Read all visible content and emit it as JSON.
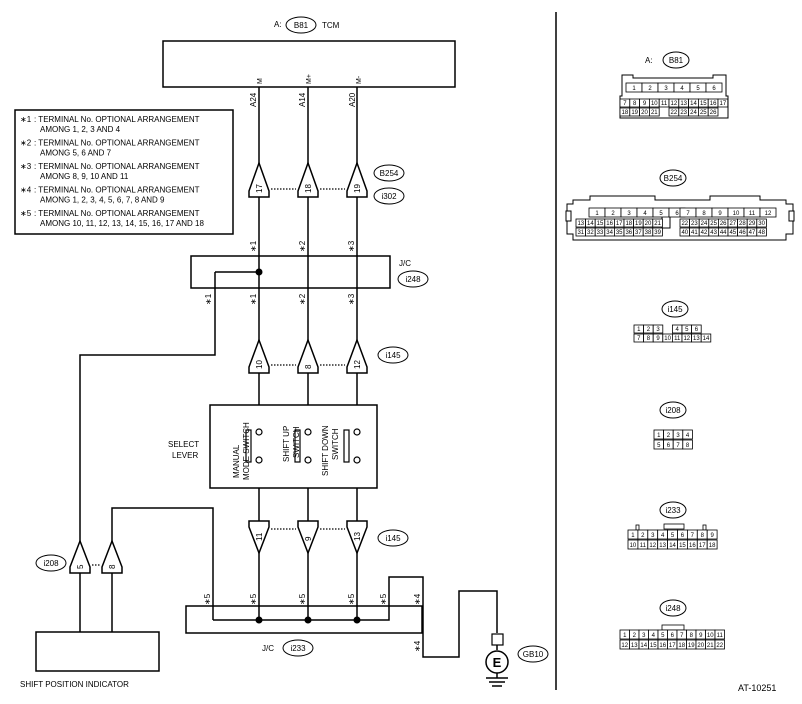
{
  "tcm": {
    "conn_prefix": "A:",
    "conn": "B81",
    "label": "TCM"
  },
  "tcm_pins": [
    {
      "pin": "A24",
      "name": "M"
    },
    {
      "pin": "A14",
      "name": "M+"
    },
    {
      "pin": "A20",
      "name": "M-"
    }
  ],
  "notes": [
    {
      "mark": "∗1",
      "line1": ": TERMINAL No. OPTIONAL ARRANGEMENT",
      "line2": "AMONG 1, 2, 3 AND 4"
    },
    {
      "mark": "∗2",
      "line1": ": TERMINAL No. OPTIONAL ARRANGEMENT",
      "line2": "AMONG 5, 6 AND 7"
    },
    {
      "mark": "∗3",
      "line1": ": TERMINAL No. OPTIONAL ARRANGEMENT",
      "line2": "AMONG 8, 9, 10 AND 11"
    },
    {
      "mark": "∗4",
      "line1": ": TERMINAL No. OPTIONAL ARRANGEMENT",
      "line2": "AMONG 1, 2, 3, 4, 5, 6, 7, 8 AND 9"
    },
    {
      "mark": "∗5",
      "line1": ": TERMINAL No. OPTIONAL ARRANGEMENT",
      "line2": "AMONG 10, 11, 12, 13, 14, 15, 16, 17 AND 18"
    }
  ],
  "conn_b254": {
    "name": "B254",
    "sub": "i302",
    "pins": [
      "17",
      "18",
      "19"
    ]
  },
  "jc_top": {
    "label": "J/C",
    "conn": "i248",
    "star_in": [
      "∗1",
      "∗2",
      "∗3"
    ],
    "star_out": [
      "∗1",
      "∗1",
      "∗2",
      "∗3"
    ]
  },
  "conn_i145_top": {
    "name": "i145",
    "pins": [
      "10",
      "8",
      "12"
    ]
  },
  "select_lever": {
    "line1": "SELECT",
    "line2": "LEVER",
    "sw1": [
      "MANUAL",
      "MODE SWITCH"
    ],
    "sw2": [
      "SHIFT UP",
      "SWITCH"
    ],
    "sw3": [
      "SHIFT DOWN",
      "SWITCH"
    ]
  },
  "conn_i145_bot": {
    "name": "i145",
    "pins": [
      "11",
      "9",
      "13"
    ]
  },
  "conn_i208": {
    "name": "i208",
    "pins": [
      "5",
      "8"
    ]
  },
  "jc_bot": {
    "label": "J/C",
    "conn": "i233",
    "stars": [
      "∗5",
      "∗5",
      "∗5",
      "∗5",
      "∗5",
      "∗4",
      "∗4"
    ]
  },
  "ground": {
    "symbol": "E",
    "conn": "GB10"
  },
  "indicator": {
    "label": "SHIFT POSITION INDICATOR"
  },
  "figure_id": "AT-10251",
  "right_panel": {
    "b81": {
      "prefix": "A:",
      "name": "B81",
      "row1": [
        "1",
        "2",
        "3",
        "4",
        "5",
        "6"
      ],
      "row2": [
        "7",
        "8",
        "9",
        "10",
        "11",
        "12",
        "13",
        "14",
        "15",
        "16",
        "17"
      ],
      "row3": [
        "18",
        "19",
        "20",
        "21",
        "",
        "22",
        "23",
        "24",
        "25",
        "26"
      ]
    },
    "b254": {
      "name": "B254",
      "l1": [
        "1",
        "2",
        "3",
        "4",
        "5",
        "6"
      ],
      "l2": [
        "13",
        "14",
        "15",
        "16",
        "17",
        "18",
        "19",
        "20",
        "21"
      ],
      "l3": [
        "31",
        "32",
        "33",
        "34",
        "35",
        "36",
        "37",
        "38",
        "39"
      ],
      "r1": [
        "7",
        "8",
        "9",
        "10",
        "11",
        "12"
      ],
      "r2": [
        "22",
        "23",
        "24",
        "25",
        "26",
        "27",
        "28",
        "29",
        "30"
      ],
      "r3": [
        "40",
        "41",
        "42",
        "43",
        "44",
        "45",
        "46",
        "47",
        "48"
      ]
    },
    "i145": {
      "name": "i145",
      "r1": [
        "1",
        "2",
        "3",
        "",
        "4",
        "5",
        "6"
      ],
      "r2": [
        "7",
        "8",
        "9",
        "10",
        "11",
        "12",
        "13",
        "14"
      ]
    },
    "i208": {
      "name": "i208",
      "r1": [
        "1",
        "2",
        "3",
        "4"
      ],
      "r2": [
        "5",
        "6",
        "7",
        "8"
      ]
    },
    "i233": {
      "name": "i233",
      "r1": [
        "1",
        "2",
        "3",
        "4",
        "5",
        "6",
        "7",
        "8",
        "9"
      ],
      "r2": [
        "10",
        "11",
        "12",
        "13",
        "14",
        "15",
        "16",
        "17",
        "18"
      ]
    },
    "i248": {
      "name": "i248",
      "r1": [
        "1",
        "2",
        "3",
        "4",
        "5",
        "6",
        "7",
        "8",
        "9",
        "10",
        "11"
      ],
      "r2": [
        "12",
        "13",
        "14",
        "15",
        "16",
        "17",
        "18",
        "19",
        "20",
        "21",
        "22"
      ]
    }
  }
}
